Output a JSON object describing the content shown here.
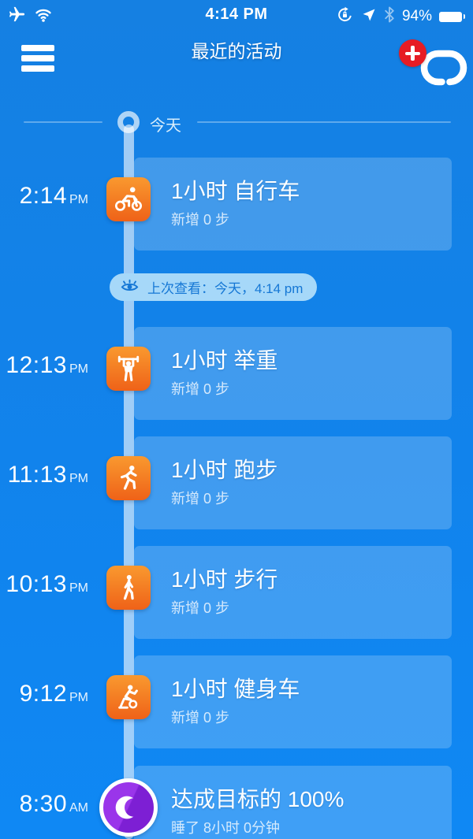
{
  "status_bar": {
    "time": "4:14 PM",
    "battery_percent": "94%",
    "icons": [
      "airplane-icon",
      "wifi-icon",
      "rotation-lock-icon",
      "location-icon",
      "bluetooth-icon",
      "battery-icon"
    ]
  },
  "header": {
    "title": "最近的活动",
    "menu_icon": "hamburger-icon",
    "sync_icon": "sync-band-icon",
    "sync_badge_icon": "plus-badge-icon"
  },
  "timeline": {
    "today_label": "今天"
  },
  "last_viewed_pill": {
    "icon": "eye-icon",
    "text": "上次查看：今天，4:14 pm"
  },
  "activities": [
    {
      "time": "2:14",
      "meridiem": "PM",
      "title": "1小时 自行车",
      "subtitle": "新增 0 步",
      "icon": "cycling-icon"
    },
    {
      "time": "12:13",
      "meridiem": "PM",
      "title": "1小时 举重",
      "subtitle": "新增 0 步",
      "icon": "weightlifting-icon"
    },
    {
      "time": "11:13",
      "meridiem": "PM",
      "title": "1小时 跑步",
      "subtitle": "新增 0 步",
      "icon": "running-icon"
    },
    {
      "time": "10:13",
      "meridiem": "PM",
      "title": "1小时 步行",
      "subtitle": "新增 0 步",
      "icon": "walking-icon"
    },
    {
      "time": "9:12",
      "meridiem": "PM",
      "title": "1小时 健身车",
      "subtitle": "新增 0 步",
      "icon": "exercise-bike-icon"
    },
    {
      "time": "8:30",
      "meridiem": "AM",
      "title": "达成目标的 100%",
      "subtitle": "睡了 8小时 0分钟",
      "icon": "sleep-moon-icon"
    }
  ],
  "colors": {
    "background_top": "#1580e2",
    "background_bottom": "#0f88f4",
    "card": "rgba(255,255,255,0.2)",
    "activity_orange_top": "#f9992f",
    "activity_orange_bottom": "#ef6218",
    "sleep_purple_light": "#9a35ea",
    "sleep_purple_dark": "#7d1fd4",
    "badge_red": "#e61c24",
    "pill_bg": "#a6d8f9",
    "pill_text": "#1577d5",
    "timeline_line": "rgba(255,255,255,0.6)"
  }
}
